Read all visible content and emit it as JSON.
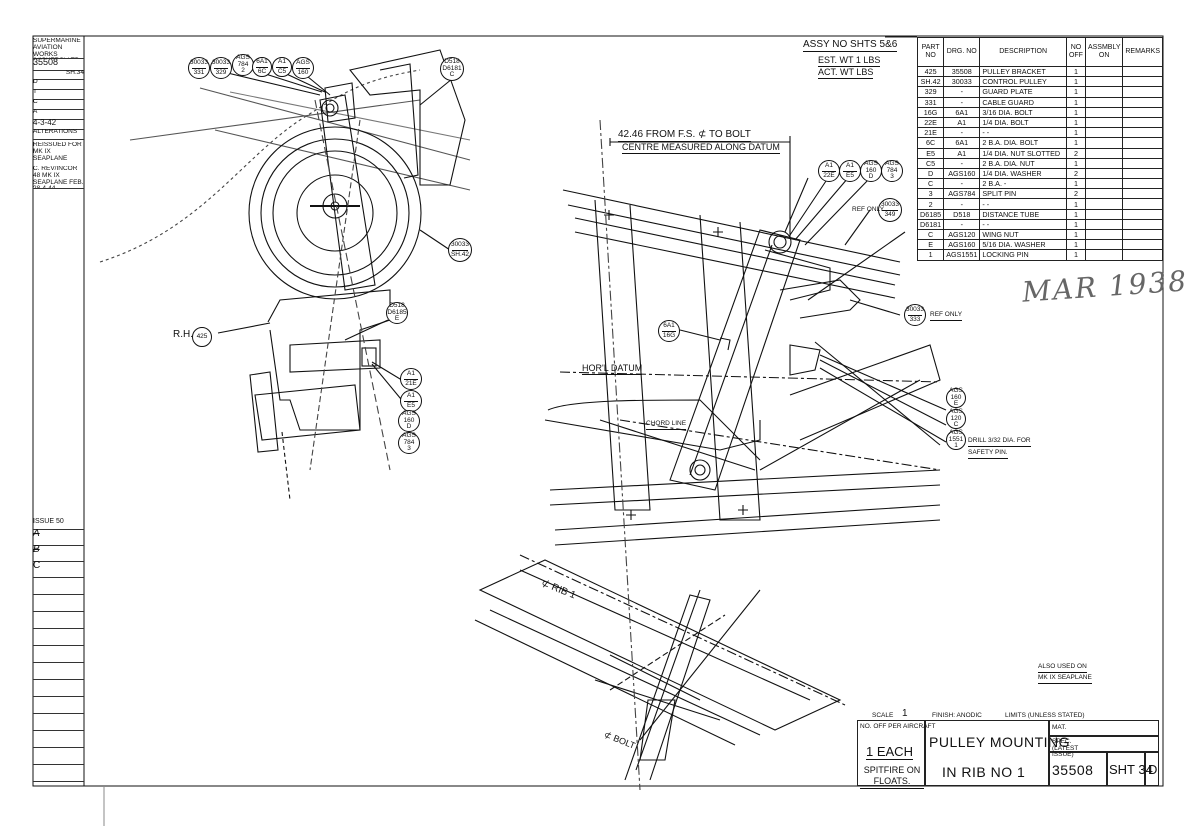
{
  "assembly_ref": {
    "assy_line": "ASSY NO SHTS 5&6",
    "est_wt": "EST. WT   1 LBS",
    "act_wt": "ACT. WT      LBS"
  },
  "parts_table": {
    "headers": [
      "PART NO",
      "DRG. NO",
      "DESCRIPTION",
      "NO OFF",
      "ASSMBLY ON",
      "REMARKS"
    ],
    "rows": [
      [
        "425",
        "35508",
        "PULLEY BRACKET",
        "1"
      ],
      [
        "SH.42",
        "30033",
        "CONTROL PULLEY",
        "1"
      ],
      [
        "329",
        "-",
        "GUARD PLATE",
        "1"
      ],
      [
        "331",
        "-",
        "CABLE GUARD",
        "1"
      ],
      [
        "16G",
        "6A1",
        "3/16 DIA. BOLT",
        "1"
      ],
      [
        "22E",
        "A1",
        "1/4 DIA. BOLT",
        "1"
      ],
      [
        "21E",
        "-",
        "- -",
        "1"
      ],
      [
        "6C",
        "6A1",
        "2 B.A. DIA. BOLT",
        "1"
      ],
      [
        "E5",
        "A1",
        "1/4 DIA. NUT SLOTTED",
        "2"
      ],
      [
        "C5",
        "-",
        "2 B.A. DIA. NUT",
        "1"
      ],
      [
        "D",
        "AGS160",
        "1/4 DIA. WASHER",
        "2"
      ],
      [
        "C",
        "-",
        "2 B.A. -",
        "1"
      ],
      [
        "3",
        "AGS784",
        "SPLIT PIN",
        "2"
      ],
      [
        "2",
        "-",
        "- -",
        "1"
      ],
      [
        "D6185",
        "D518",
        "DISTANCE TUBE",
        "1"
      ],
      [
        "D6181",
        "-",
        "- -",
        "1"
      ],
      [
        "C",
        "AGS120",
        "WING NUT",
        "1"
      ],
      [
        "E",
        "AGS160",
        "5/16 DIA. WASHER",
        "1"
      ],
      [
        "1",
        "AGS1551",
        "LOCKING PIN",
        "1"
      ]
    ]
  },
  "left_strip": {
    "firm": "SUPERMARINE AVIATION WORKS (VICKERS) LTD",
    "drawing_no": "35508",
    "sheet": "SH.34",
    "rev_letters": [
      "D",
      "T",
      "C",
      "A"
    ],
    "date": "4-3-42",
    "alterations_label": "ALTERATIONS",
    "reissued_for": "REISSUED FOR MK IX SEAPLANE",
    "change_note": "C. REV/INCOR 48 MK IX SEAPLANE FEB. 28-4-44",
    "issue_label": "ISSUE 50",
    "issue_rows": [
      "A",
      "B",
      "C"
    ]
  },
  "annotations": {
    "dim_note_line1": "42.46 FROM F.S. ⊄ TO BOLT",
    "dim_note_line2": "CENTRE MEASURED ALONG DATUM",
    "hor_datum": "HOR'L DATUM",
    "chord_line": "CHORD LINE",
    "rib_label": "⊄ RIB 1",
    "bolt_label": "⊄ BOLT",
    "ref_only_1": "REF ONLY",
    "ref_only_2": "REF ONLY",
    "rh": "R.H.",
    "drill_note_1": "DRILL 3/32 DIA. FOR",
    "drill_note_2": "SAFETY PIN.",
    "also_used_1": "ALSO USED ON",
    "also_used_2": "MK IX SEAPLANE",
    "scribble": "MAR 1938"
  },
  "balloons_top_left": [
    [
      "30033",
      "331"
    ],
    [
      "30033",
      "329"
    ],
    [
      "AGS",
      "784",
      "2"
    ],
    [
      "6A1",
      "6C"
    ],
    [
      "A1",
      "C5"
    ],
    [
      "AGS",
      "160"
    ],
    [
      "D518",
      "D6181",
      "C"
    ],
    [
      "30033",
      "SH.42"
    ]
  ],
  "balloons_left_lower": [
    [
      "425"
    ],
    [
      "D518",
      "D6185",
      "E"
    ],
    [
      "A1",
      "21E"
    ],
    [
      "A1",
      "E5"
    ],
    [
      "AGS",
      "160",
      "D"
    ],
    [
      "AGS",
      "784",
      "3"
    ]
  ],
  "balloons_right": [
    [
      "A1",
      "22E"
    ],
    [
      "A1",
      "E5"
    ],
    [
      "AGS",
      "160",
      "D"
    ],
    [
      "AGS",
      "784",
      "3"
    ],
    [
      "30033",
      "349"
    ],
    [
      "30033",
      "333"
    ],
    [
      "6A1",
      "16G"
    ],
    [
      "AGS",
      "160",
      "E"
    ],
    [
      "AGS",
      "120",
      "C"
    ],
    [
      "AGS",
      "1551",
      "1"
    ]
  ],
  "title_block": {
    "scale_label": "SCALE",
    "scale_value": "1",
    "finish": "FINISH: ANODIC",
    "limits": "LIMITS (UNLESS STATED)",
    "no_off_label": "NO. OFF PER AIRCRAFT",
    "no_off_value": "1 EACH",
    "title_1": "PULLEY MOUNTING",
    "title_2": "IN RIB NO 1",
    "mat": "MAT.",
    "spec": "SPEC. (LATEST ISSUE)",
    "aircraft": "SPITFIRE ON FLOATS.",
    "drawing_no": "35508",
    "sheet": "SHT 34",
    "issue": "D"
  }
}
